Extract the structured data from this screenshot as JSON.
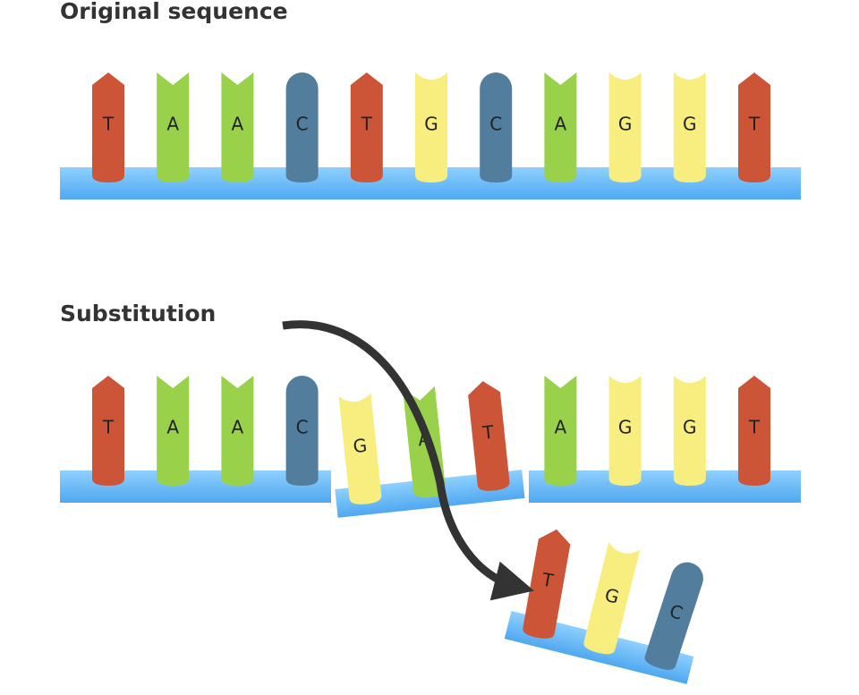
{
  "headings": {
    "original": "Original sequence",
    "substitution": "Substitution"
  },
  "colors": {
    "T": "#cc5538",
    "A": "#99d14a",
    "C": "#527d9c",
    "G": "#f7ee7f",
    "backbone": "#7ec5f7",
    "arrow": "#333333"
  },
  "original_sequence": [
    "T",
    "A",
    "A",
    "C",
    "T",
    "G",
    "C",
    "A",
    "G",
    "G",
    "T"
  ],
  "mutated_sequence": {
    "left": [
      "T",
      "A",
      "A",
      "C"
    ],
    "inserted": [
      "G",
      "A",
      "T"
    ],
    "right": [
      "A",
      "G",
      "G",
      "T"
    ]
  },
  "removed_segment": [
    "T",
    "G",
    "C"
  ]
}
